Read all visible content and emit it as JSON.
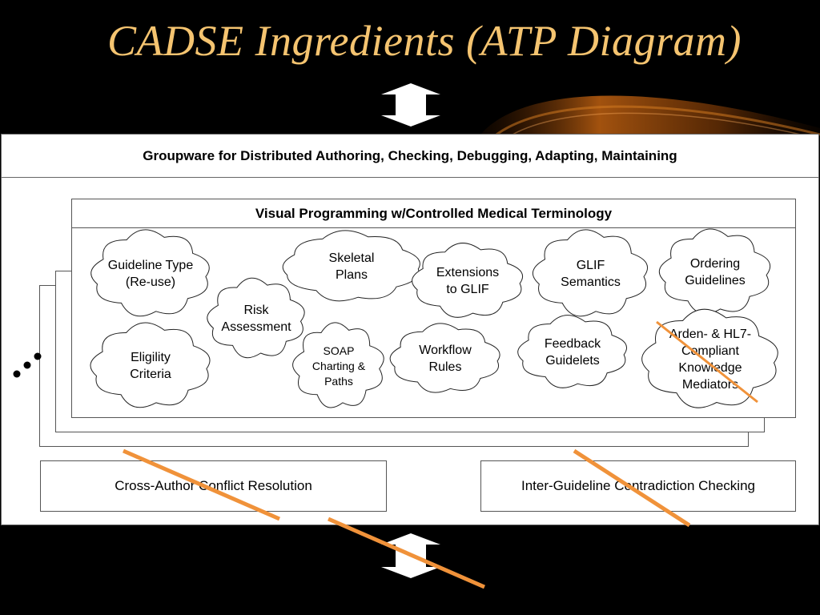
{
  "title": "CADSE Ingredients (ATP Diagram)",
  "groupware_header": "Groupware for Distributed Authoring, Checking, Debugging, Adapting, Maintaining",
  "visual_programming_header": "Visual Programming w/Controlled Medical Terminology",
  "clouds": {
    "guideline_type": "Guideline Type\n(Re-use)",
    "skeletal_plans": "Skeletal\nPlans",
    "extensions_glif": "Extensions\nto GLIF",
    "glif_semantics": "GLIF\nSemantics",
    "ordering_guidelines": "Ordering\nGuidelines",
    "risk_assessment": "Risk\nAssessment",
    "eligility_criteria": "Eligility\nCriteria",
    "soap_charting": "SOAP\nCharting &\nPaths",
    "workflow_rules": "Workflow\nRules",
    "feedback_guidelets": "Feedback\nGuidelets",
    "arden_hl7": "Arden- & HL7-\nCompliant\nKnowledge\nMediators"
  },
  "bottom_boxes": {
    "cross_author": "Cross-Author Conflict Resolution",
    "inter_guideline": "Inter-Guideline Contradiction Checking"
  },
  "colors": {
    "title": "#f5c470",
    "strike": "#f0923a",
    "background": "#000000",
    "panel": "#ffffff"
  },
  "icons": {
    "top_arrow": "double-vertical-arrow-icon",
    "bottom_arrow": "double-vertical-arrow-icon",
    "ellipsis": "ellipsis-icon"
  }
}
